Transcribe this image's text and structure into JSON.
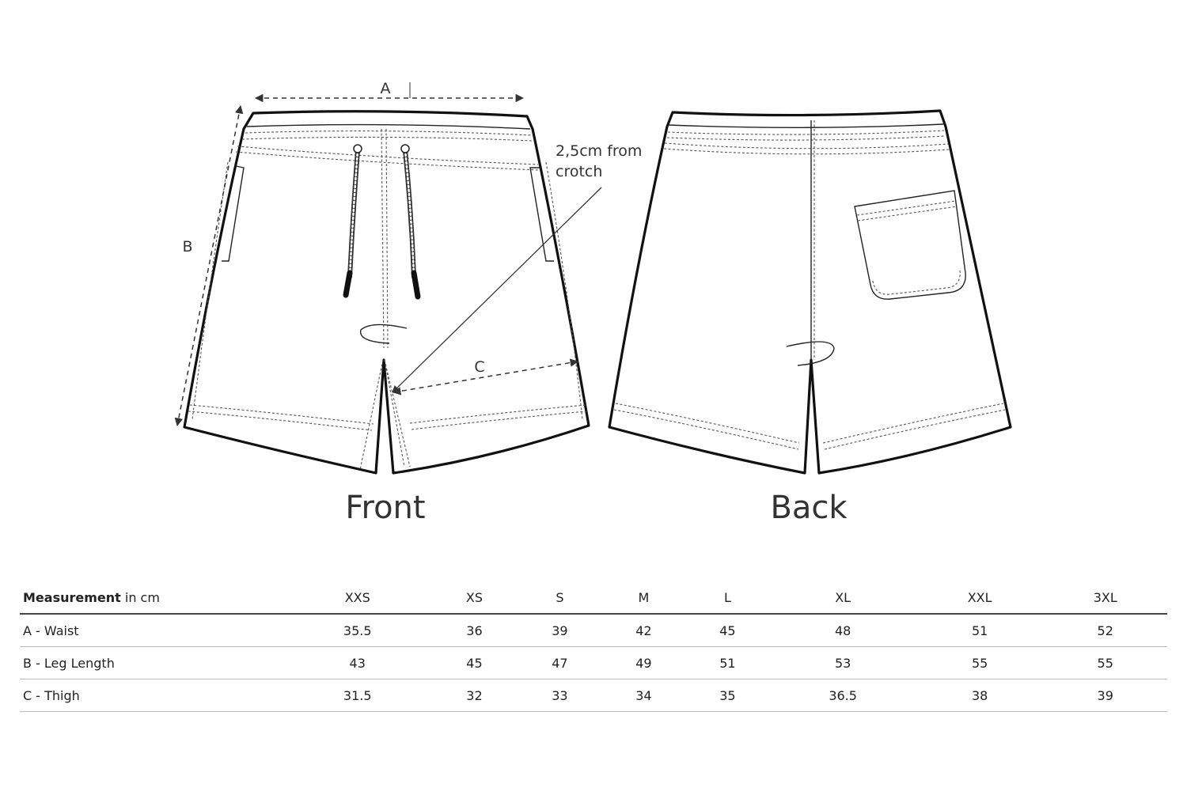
{
  "diagram": {
    "dim_a": "A",
    "dim_b": "B",
    "dim_c": "C",
    "note_line1": "2,5cm from",
    "note_line2": "crotch",
    "front_label": "Front",
    "back_label": "Back",
    "colors": {
      "outline": "#111111",
      "stitch": "#555555",
      "text": "#333333"
    }
  },
  "table": {
    "header_bold": "Measurement",
    "header_unit": " in cm",
    "sizes": [
      "XXS",
      "XS",
      "S",
      "M",
      "L",
      "XL",
      "XXL",
      "3XL"
    ],
    "rows": [
      {
        "label": "A - Waist",
        "values": [
          "35.5",
          "36",
          "39",
          "42",
          "45",
          "48",
          "51",
          "52"
        ]
      },
      {
        "label": "B - Leg Length",
        "values": [
          "43",
          "45",
          "47",
          "49",
          "51",
          "53",
          "55",
          "55"
        ]
      },
      {
        "label": "C - Thigh",
        "values": [
          "31.5",
          "32",
          "33",
          "34",
          "35",
          "36.5",
          "38",
          "39"
        ]
      }
    ]
  }
}
